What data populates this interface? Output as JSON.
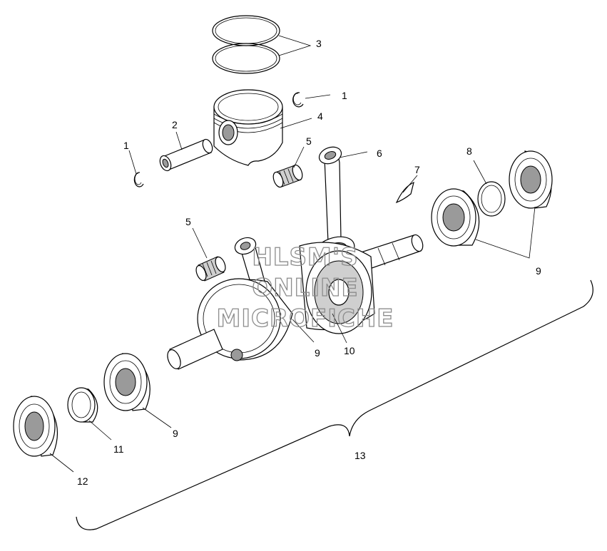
{
  "diagram": {
    "callouts": {
      "c1a": "1",
      "c1b": "1",
      "c2": "2",
      "c3": "3",
      "c4": "4",
      "c5a": "5",
      "c5b": "5",
      "c6": "6",
      "c7": "7",
      "c8": "8",
      "c9a": "9",
      "c9b": "9",
      "c9c": "9",
      "c10": "10",
      "c11": "11",
      "c12": "12",
      "c13": "13"
    },
    "watermark": {
      "line1": "HLSM'S",
      "line2": "ONLINE",
      "line3": "MICROFICHE"
    }
  }
}
